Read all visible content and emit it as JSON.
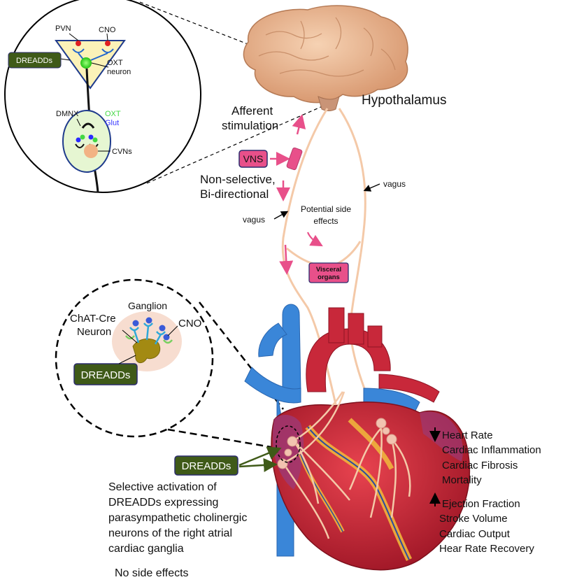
{
  "inset_top": {
    "pvn": "PVN",
    "cno": "CNO",
    "dreadds": "DREADDs",
    "oxt_neuron_line1": "OXT",
    "oxt_neuron_line2": "neuron",
    "dmnx": "DMNX",
    "oxt": "OXT",
    "glut": "Glut",
    "cvns": "CVNs"
  },
  "brain": {
    "hypothalamus": "Hypothalamus"
  },
  "vns_panel": {
    "afferent_line1": "Afferent",
    "afferent_line2": "stimulation",
    "vns": "VNS",
    "nonselective_line1": "Non-selective,",
    "nonselective_line2": "Bi-directional",
    "vagus_left": "vagus",
    "vagus_right": "vagus",
    "side_effects_line1": "Potential side",
    "side_effects_line2": "effects",
    "visceral_line1": "Visceral",
    "visceral_line2": "organs"
  },
  "inset_ganglion": {
    "ganglion": "Ganglion",
    "chat_line1": "ChAT-Cre",
    "chat_line2": "Neuron",
    "cno": "CNO",
    "dreadds": "DREADDs"
  },
  "heart_panel": {
    "dreadds": "DREADDs",
    "selective_lines": [
      "Selective activation of",
      "DREADDs expressing",
      "parasympathetic cholinergic",
      "neurons of the right atrial",
      "cardiac ganglia"
    ],
    "no_side_effects": "No side effects"
  },
  "effects": {
    "decreased": [
      "Heart Rate",
      "Cardiac Inflammation",
      "Cardiac Fibrosis",
      "Mortality"
    ],
    "increased": [
      "Ejection Fraction",
      "Stroke Volume",
      "Cardiac Output",
      "Hear Rate Recovery"
    ]
  },
  "colors": {
    "dreadds_box": "#3f5a18",
    "vns_pink": "#e8508a",
    "nerve": "#f4c9a8",
    "brain": "#e9b48f",
    "heart_red": "#c8283a",
    "vessel_blue": "#3a86d8",
    "inset_fill": "#e6f6d2",
    "ganglion_fill": "#f7ddd0"
  }
}
